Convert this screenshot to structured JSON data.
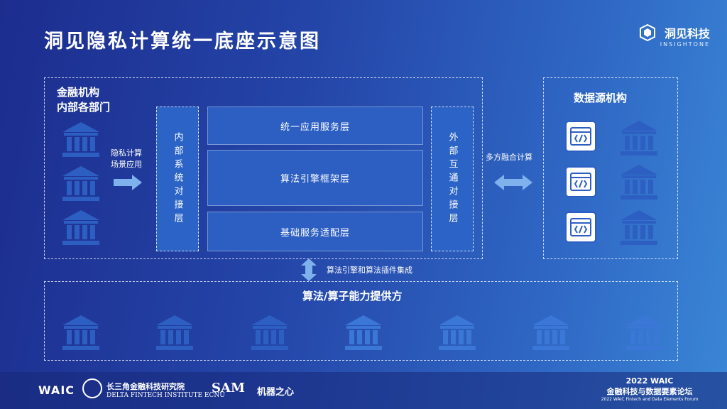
{
  "title": "洞见隐私计算统一底座示意图",
  "brand": {
    "name": "洞见科技",
    "sub": "INSIGHTONE"
  },
  "finance": {
    "line1": "金融机构",
    "line2": "内部各部门"
  },
  "scene": {
    "line1": "隐私计算",
    "line2": "场景应用"
  },
  "internal_layer": "内部系统对接层",
  "layers": [
    "统一应用服务层",
    "算法引擎框架层",
    "基础服务适配层"
  ],
  "external_layer": "外部互通对接层",
  "multi_party": "多方融合计算",
  "data_source": "数据源机构",
  "integration": "算法引擎和算法插件集成",
  "provider": "算法/算子能力提供方",
  "footer": {
    "waic": "WAIC",
    "institute_cn": "长三角金融科技研究院",
    "institute_en": "DELTA FINTECH INSTITUTE ECNU",
    "sam": "SAM",
    "jiqi": "机器之心",
    "event_year": "2022 WAIC",
    "event_cn": "金融科技与数据要素论坛",
    "event_en": "2022 WAIC Fintech and Data Elements Forum"
  },
  "colors": {
    "bank": "#2d5fc2",
    "bank_light": "#3a77d6"
  }
}
